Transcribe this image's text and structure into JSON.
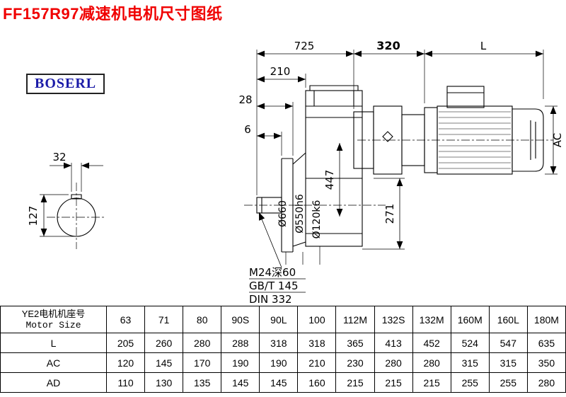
{
  "page": {
    "title": "FF157R97减速机电机尺寸图纸",
    "logo": "BOSERL"
  },
  "drawing": {
    "dim_725": "725",
    "dim_320": "320",
    "dim_L": "L",
    "dim_210": "210",
    "dim_28": "28",
    "dim_6": "6",
    "dim_447": "447",
    "dim_271": "271",
    "dim_AC": "AC",
    "dia_660": "Ø660",
    "dia_550": "Ø550h6",
    "dia_120": "Ø120k6",
    "dim_32": "32",
    "dim_127": "127",
    "note_1": "M24深60",
    "note_2": "GB/T 145",
    "note_3": "DIN 332"
  },
  "table": {
    "size_label_cn": "YE2电机机座号",
    "size_label_en": "Motor Size",
    "columns": [
      "63",
      "71",
      "80",
      "90S",
      "90L",
      "100",
      "112M",
      "132S",
      "132M",
      "160M",
      "160L",
      "180M"
    ],
    "rows": [
      {
        "label": "L",
        "values": [
          "205",
          "260",
          "280",
          "288",
          "318",
          "318",
          "365",
          "413",
          "452",
          "524",
          "547",
          "635"
        ]
      },
      {
        "label": "AC",
        "values": [
          "120",
          "145",
          "170",
          "190",
          "190",
          "210",
          "230",
          "280",
          "280",
          "315",
          "315",
          "350"
        ]
      },
      {
        "label": "AD",
        "values": [
          "110",
          "130",
          "135",
          "145",
          "145",
          "160",
          "215",
          "215",
          "215",
          "255",
          "255",
          "280"
        ]
      }
    ]
  }
}
